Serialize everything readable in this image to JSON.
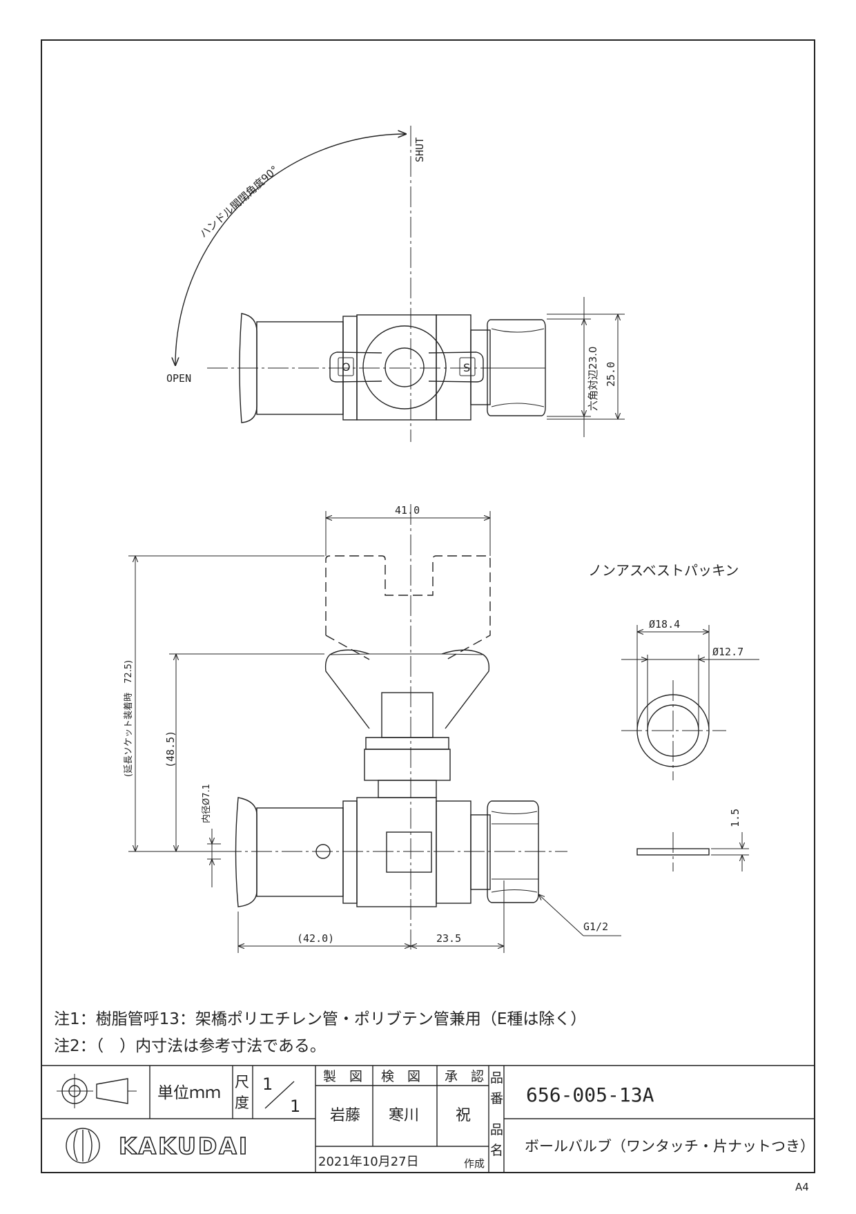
{
  "drawing": {
    "top_view": {
      "shut_label": "SHUT",
      "open_label": "OPEN",
      "angle_label": "ハンドル開閉角度90°",
      "handle_o": "O",
      "handle_s": "S",
      "dim_hex": "六角対辺23.0",
      "dim_height": "25.0"
    },
    "front_view": {
      "dim_width": "41.0",
      "dim_height_total": "(延長ソケット装着時　72.5)",
      "dim_height_handle": "(48.5)",
      "dim_inner": "内径Ø7.1",
      "dim_left": "(42.0)",
      "dim_right": "23.5",
      "thread": "G1/2"
    },
    "gasket": {
      "title": "ノンアスベストパッキン",
      "outer_dia": "Ø18.4",
      "inner_dia": "Ø12.7",
      "thickness": "1.5"
    }
  },
  "notes": [
    "注1：樹脂管呼13：架橋ポリエチレン管・ポリブテン管兼用（E種は除く）",
    "注2：（　）内寸法は参考寸法である。"
  ],
  "title_block": {
    "unit": "単位ｍｍ",
    "scale_label_1": "尺",
    "scale_label_2": "度",
    "scale_num": "1",
    "scale_den": "1",
    "drawn_h": "製　図",
    "checked_h": "検　図",
    "approved_h": "承　認",
    "drawn": "岩藤",
    "checked": "寒川",
    "approved": "祝",
    "date": "2021年10月27日",
    "created": "作成",
    "part_no_label_1": "品",
    "part_no_label_2": "番",
    "part_no": "656-005-13A",
    "part_name_label_1": "品",
    "part_name_label_2": "名",
    "part_name": "ボールバルブ（ワンタッチ・片ナットつき）",
    "brand": "KAKUDAI"
  },
  "paper_size": "A4"
}
